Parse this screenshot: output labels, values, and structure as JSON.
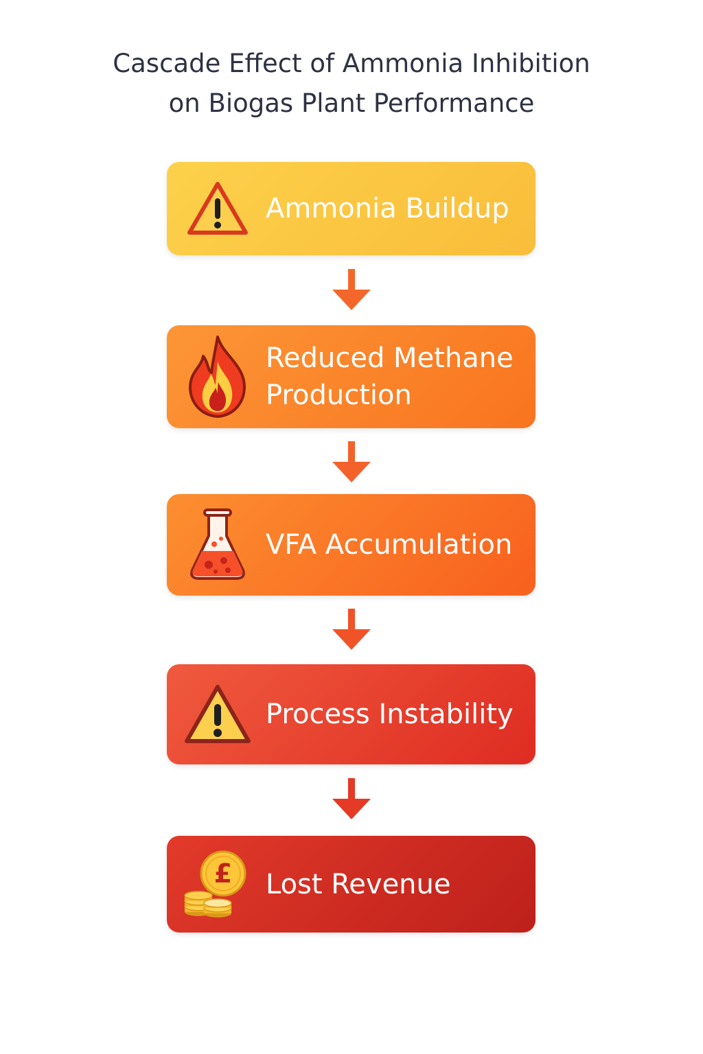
{
  "title": {
    "line1": "Cascade Effect of Ammonia Inhibition",
    "line2": "on Biogas Plant Performance"
  },
  "steps": [
    {
      "label_lines": [
        "Ammonia Buildup"
      ],
      "icon": "warning-icon",
      "color": "#fcc843"
    },
    {
      "label_lines": [
        "Reduced Methane",
        "Production"
      ],
      "icon": "flame-icon",
      "color": "#fb862b"
    },
    {
      "label_lines": [
        "VFA Accumulation"
      ],
      "icon": "flask-icon",
      "color": "#fa7827"
    },
    {
      "label_lines": [
        "Process Instability"
      ],
      "icon": "warning-icon",
      "color": "#e8442f"
    },
    {
      "label_lines": [
        "Lost Revenue"
      ],
      "icon": "pound-coins-icon",
      "color": "#d02d22"
    }
  ],
  "icons": {
    "coin_symbol": "£"
  },
  "arrow_colors": [
    "#f3682a",
    "#f3622a",
    "#f05327",
    "#e43a26"
  ]
}
